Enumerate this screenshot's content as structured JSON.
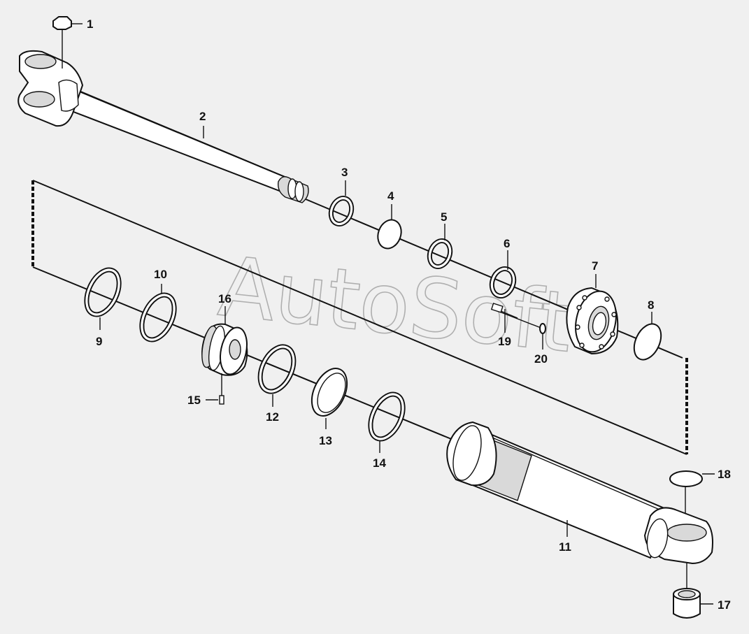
{
  "watermark": "AutoSoft",
  "callouts": [
    {
      "id": "1",
      "text": "1"
    },
    {
      "id": "2",
      "text": "2"
    },
    {
      "id": "3",
      "text": "3"
    },
    {
      "id": "4",
      "text": "4"
    },
    {
      "id": "5",
      "text": "5"
    },
    {
      "id": "6",
      "text": "6"
    },
    {
      "id": "7",
      "text": "7"
    },
    {
      "id": "8",
      "text": "8"
    },
    {
      "id": "9",
      "text": "9"
    },
    {
      "id": "10",
      "text": "10"
    },
    {
      "id": "11",
      "text": "11"
    },
    {
      "id": "12",
      "text": "12"
    },
    {
      "id": "13",
      "text": "13"
    },
    {
      "id": "14",
      "text": "14"
    },
    {
      "id": "15",
      "text": "15"
    },
    {
      "id": "16",
      "text": "16"
    },
    {
      "id": "17",
      "text": "17"
    },
    {
      "id": "18",
      "text": "18"
    },
    {
      "id": "19",
      "text": "19"
    },
    {
      "id": "20",
      "text": "20"
    }
  ]
}
